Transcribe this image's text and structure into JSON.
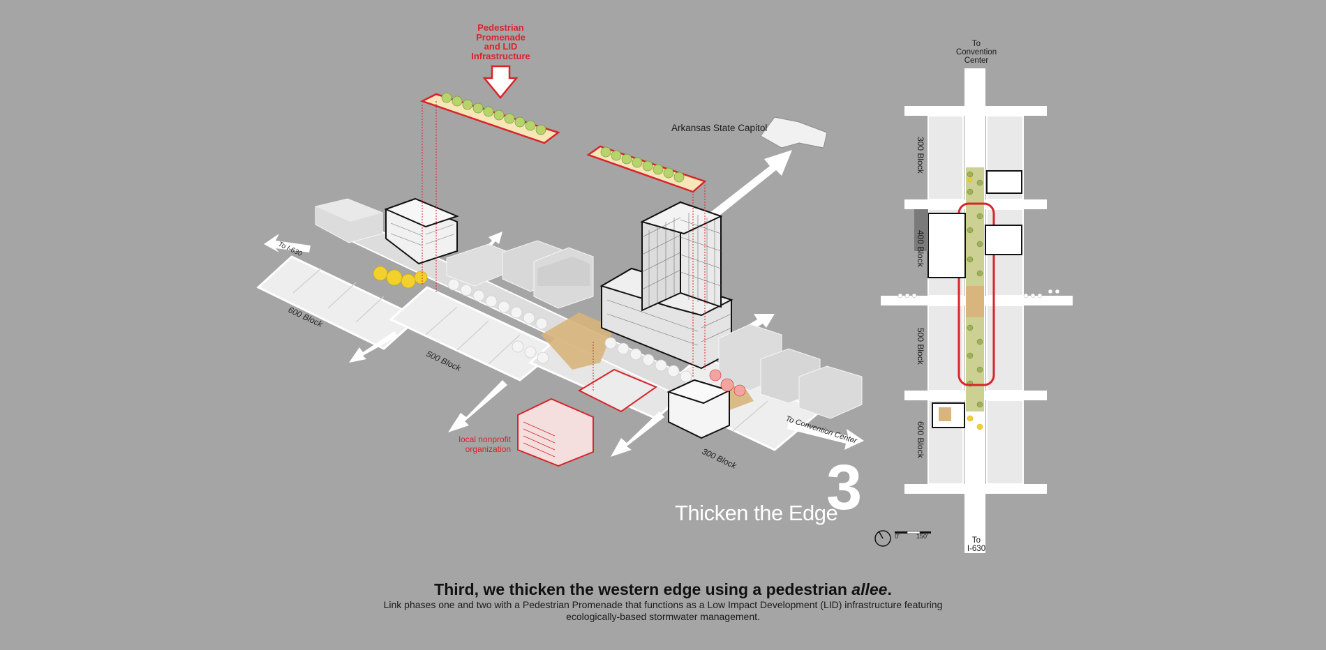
{
  "callouts": {
    "promenade_title": [
      "Pedestrian",
      "Promenade",
      "and LID",
      "Infrastructure"
    ],
    "capitol": "Arkansas State Capitol",
    "nonprofit": [
      "local nonprofit",
      "organization"
    ]
  },
  "axonometric": {
    "street_labels": {
      "block_600": "600 Block",
      "block_500": "500 Block",
      "block_300": "300 Block",
      "to_i630": "To I-630",
      "to_convention": "To Convention Center"
    }
  },
  "title": {
    "text": "Thicken the Edge",
    "number": "3"
  },
  "plan": {
    "to_top": [
      "To",
      "Convention",
      "Center"
    ],
    "to_bottom": [
      "To",
      "I-630"
    ],
    "blocks": [
      "300 Block",
      "400 Block",
      "500 Block",
      "600 Block"
    ],
    "scale": {
      "min": "0'",
      "max": "150'"
    }
  },
  "caption": {
    "headline_prefix": "Third, we thicken the western edge using a pedestrian ",
    "headline_em": "allee",
    "headline_suffix": ".",
    "body": "Link phases one and two with a Pedestrian Promenade that functions as a Low Impact Development (LID) infrastructure featuring ecologically-based stormwater management."
  },
  "colors": {
    "background": "#a5a5a5",
    "accent_red": "#d9232a",
    "tree_green": "#b7d36b",
    "tree_yellow": "#f2d12c",
    "plaza_tan": "#d7b57c"
  }
}
